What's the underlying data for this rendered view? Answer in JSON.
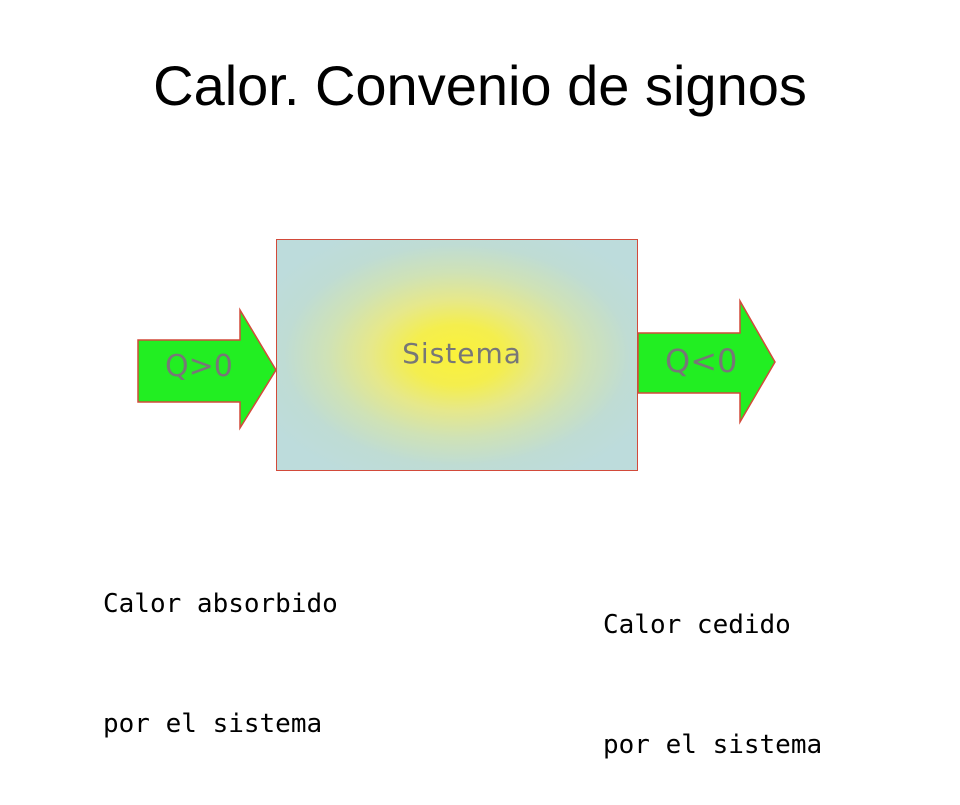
{
  "title": "Calor. Convenio de signos",
  "system": {
    "label": "Sistema"
  },
  "arrows": {
    "in_label": "Q>0",
    "out_label": "Q<0",
    "color": "#22ee22"
  },
  "captions": {
    "absorbed": {
      "line1": "Calor absorbido",
      "line2": "por el sistema"
    },
    "released": {
      "line1": "Calor cedido",
      "line2": "por el sistema"
    }
  }
}
